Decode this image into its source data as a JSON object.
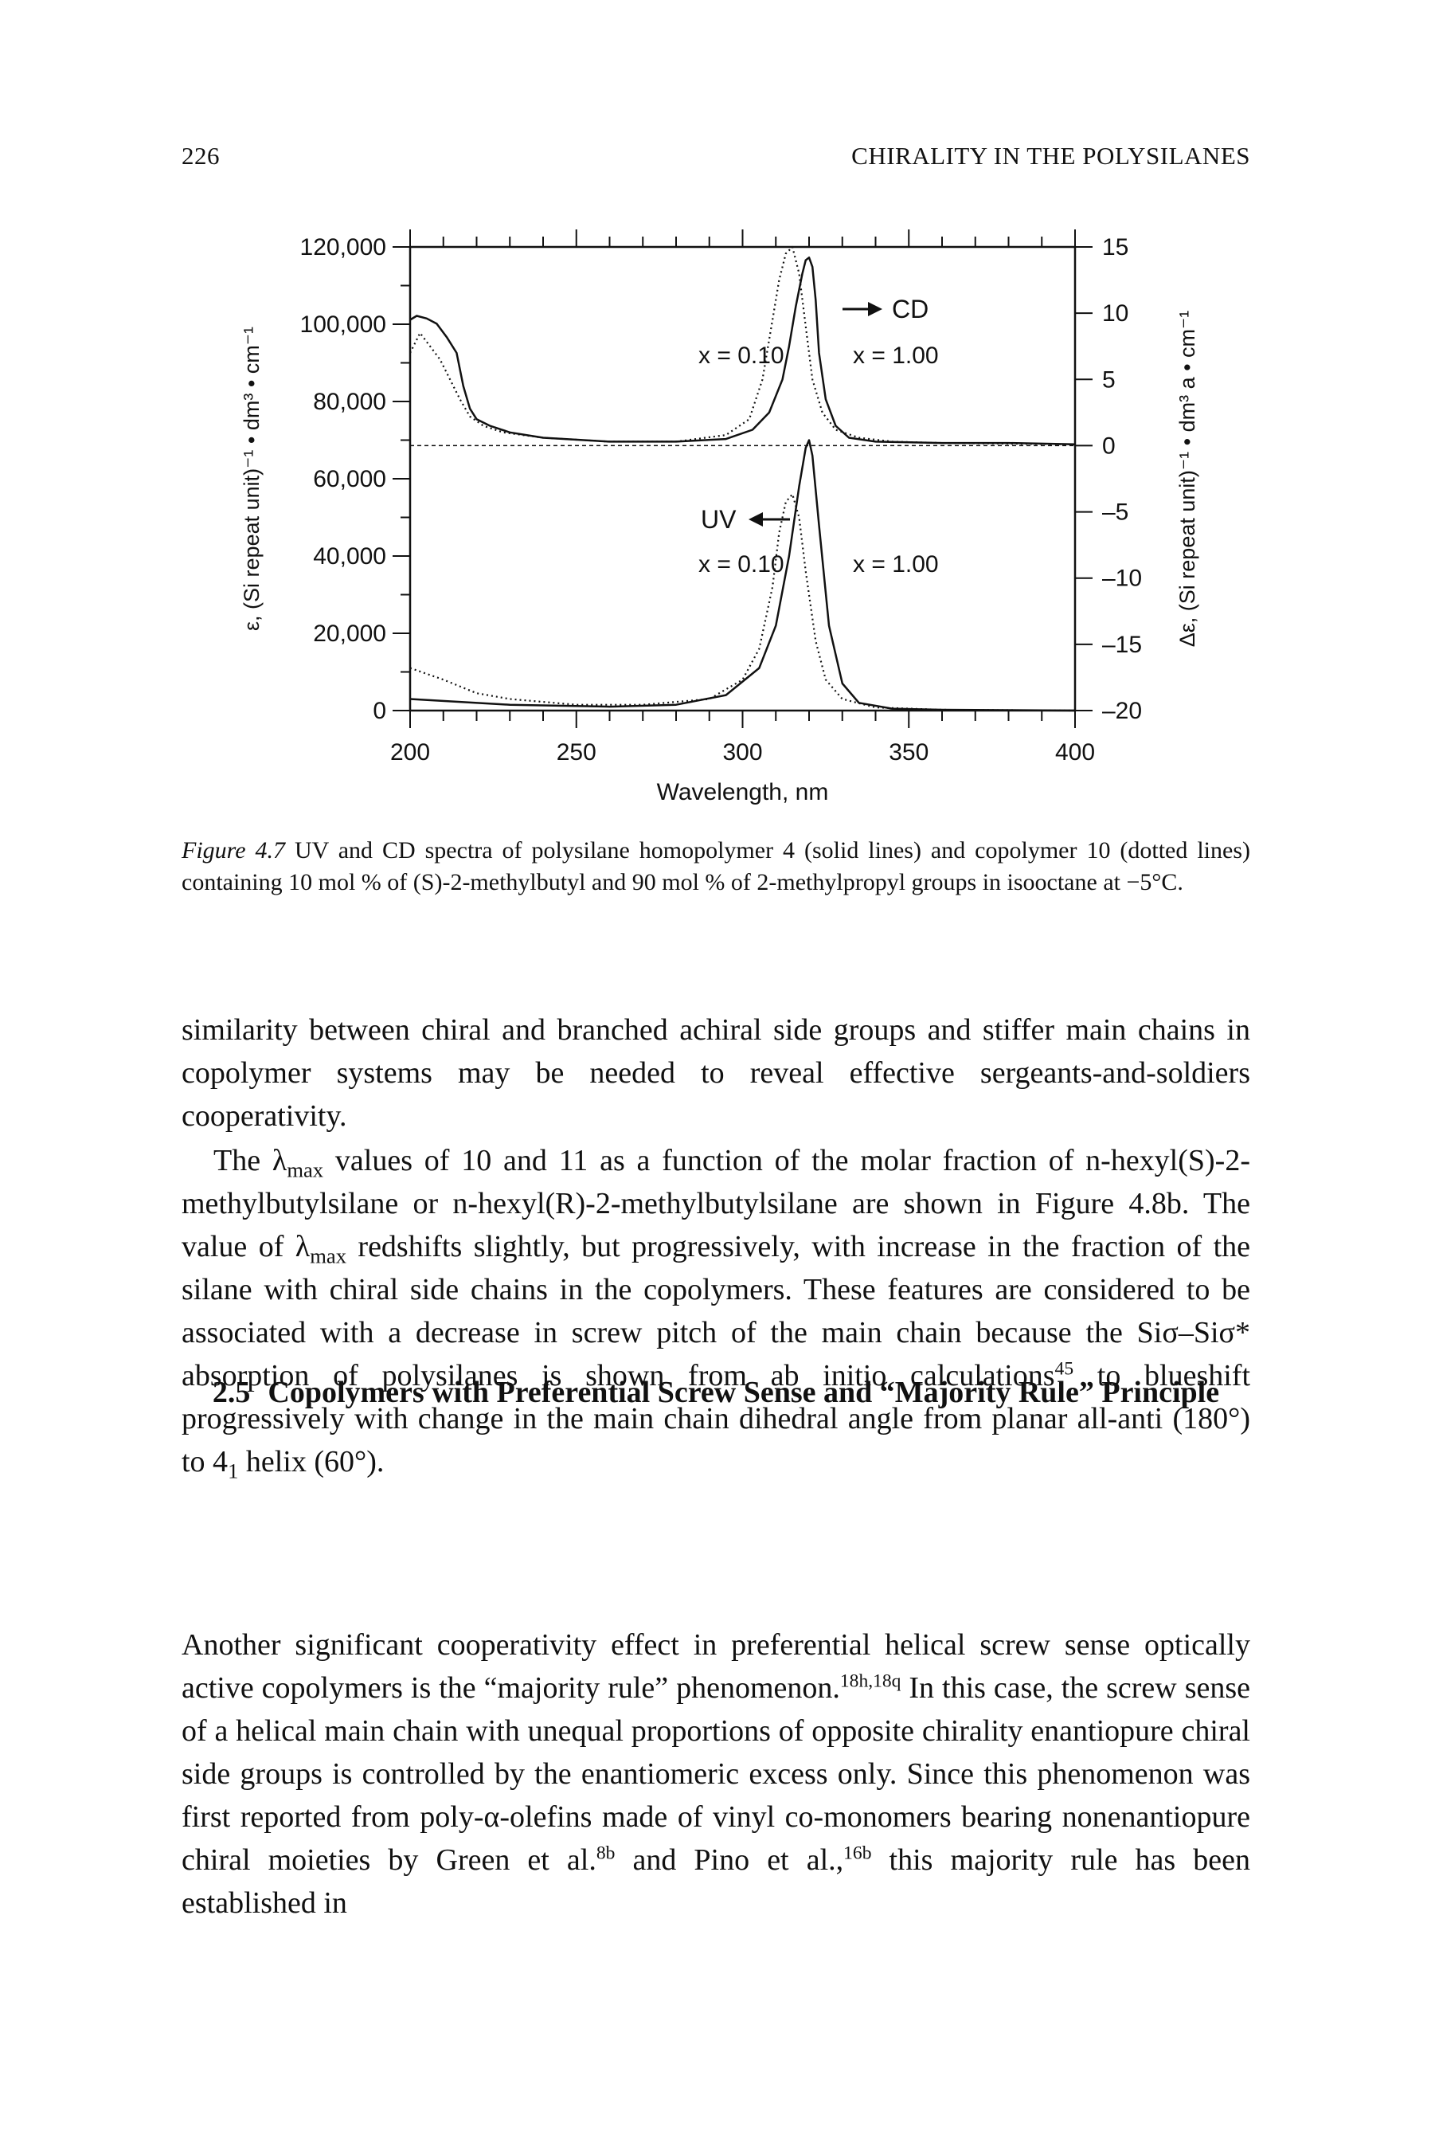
{
  "header": {
    "page_number": "226",
    "running_title": "CHIRALITY IN THE POLYSILANES"
  },
  "chart_data": {
    "type": "line",
    "xlabel": "Wavelength, nm",
    "ylabel_left": "ε, (Si repeat unit)⁻¹ • dm³ • cm⁻¹",
    "ylabel_right": "Δε, (Si repeat unit)⁻¹ • dm³ a • cm⁻¹",
    "xlim": [
      200,
      400
    ],
    "ylim_left": [
      0,
      120000
    ],
    "ylim_right": [
      -20,
      15
    ],
    "x_ticks": [
      "200",
      "250",
      "300",
      "350",
      "400"
    ],
    "y_left_ticks": [
      "0",
      "20,000",
      "40,000",
      "60,000",
      "80,000",
      "100,000",
      "120,000"
    ],
    "y_right_ticks": [
      "15",
      "10",
      "5",
      "0",
      "–5",
      "–10",
      "–15",
      "–20"
    ],
    "annotations": {
      "cd_arrow": "CD",
      "uv_arrow": "UV",
      "cd_x010": "x = 0.10",
      "cd_x100": "x = 1.00",
      "uv_x010": "x = 0.10",
      "uv_x100": "x = 1.00"
    },
    "series": [
      {
        "kind": "UV",
        "style": "solid",
        "axis": "left",
        "x": [
          200,
          230,
          260,
          280,
          295,
          305,
          310,
          314,
          317,
          319,
          320,
          321,
          323,
          326,
          330,
          335,
          345,
          360,
          380,
          400
        ],
        "y": [
          3000,
          1500,
          1000,
          1500,
          4000,
          11000,
          22000,
          40000,
          58000,
          68000,
          70000,
          66000,
          48000,
          22000,
          7000,
          2000,
          500,
          200,
          100,
          0
        ]
      },
      {
        "kind": "UV",
        "style": "dotted",
        "axis": "left",
        "x": [
          200,
          210,
          220,
          230,
          250,
          270,
          290,
          300,
          305,
          309,
          311,
          313,
          315,
          317,
          319,
          322,
          325,
          330,
          340,
          360,
          400
        ],
        "y": [
          11000,
          8000,
          4500,
          3000,
          1500,
          1500,
          3000,
          8000,
          16000,
          32000,
          46000,
          54000,
          56000,
          50000,
          36000,
          18000,
          8000,
          3000,
          800,
          200,
          0
        ]
      },
      {
        "kind": "CD",
        "style": "solid",
        "axis": "right",
        "x": [
          200,
          202,
          205,
          208,
          211,
          214,
          216,
          218,
          220,
          224,
          230,
          240,
          260,
          280,
          295,
          303,
          308,
          312,
          314,
          316,
          318,
          319,
          320,
          321,
          322,
          323,
          325,
          328,
          332,
          340,
          360,
          380,
          400
        ],
        "y": [
          9.5,
          9.8,
          9.6,
          9.2,
          8.2,
          7.0,
          4.5,
          2.8,
          2.0,
          1.5,
          1.0,
          0.6,
          0.3,
          0.3,
          0.5,
          1.2,
          2.5,
          5.0,
          7.5,
          10.5,
          13.0,
          14.0,
          14.2,
          13.5,
          11.0,
          7.0,
          3.5,
          1.5,
          0.6,
          0.3,
          0.2,
          0.2,
          0.1
        ]
      },
      {
        "kind": "CD",
        "style": "dotted",
        "axis": "right",
        "x": [
          200,
          203,
          206,
          209,
          212,
          215,
          218,
          222,
          228,
          240,
          260,
          280,
          295,
          302,
          306,
          309,
          311,
          313,
          315,
          317,
          319,
          321,
          324,
          328,
          335,
          345,
          360,
          400
        ],
        "y": [
          7.0,
          8.5,
          7.5,
          6.5,
          5.0,
          3.5,
          2.2,
          1.5,
          1.0,
          0.6,
          0.3,
          0.3,
          0.8,
          2.0,
          5.0,
          9.5,
          12.5,
          14.5,
          15.0,
          13.0,
          9.0,
          5.0,
          2.5,
          1.2,
          0.6,
          0.3,
          0.2,
          0.1
        ]
      }
    ]
  },
  "caption": {
    "label": "Figure 4.7",
    "text": "UV and CD spectra of polysilane homopolymer 4 (solid lines) and copolymer 10 (dotted lines) containing 10 mol % of (S)-2-methylbutyl and 90 mol % of 2-methylpropyl groups in isooctane at −5°C."
  },
  "paragraphs": {
    "p1": "similarity between chiral and branched achiral side groups and stiffer main chains in copolymer systems may be needed to reveal effective sergeants-and-soldiers cooperativity.",
    "p2a": "The λ",
    "p2b": "max",
    "p2c": " values of 10 and 11 as a function of the molar fraction of n-hexyl(S)-2-methylbutylsilane or n-hexyl(R)-2-methylbutylsilane are shown in Figure 4.8b. The value of λ",
    "p2d": "max",
    "p2e": " redshifts slightly, but progressively, with increase in the fraction of the silane with chiral side chains in the copolymers. These features are considered to be associated with a decrease in screw pitch of the main chain because the Siσ–Siσ* absorption of polysilanes is shown from ab initio calculations",
    "p2f": "45",
    "p2g": " to blueshift progressively with change in the main chain dihedral angle from planar all-anti (180°) to 4",
    "p2h": "1",
    "p2i": " helix (60°).",
    "heading_number": "2.5",
    "heading_text": "Copolymers with Preferential Screw Sense and “Majority Rule” Principle",
    "p3a": "Another significant cooperativity effect in preferential helical screw sense optically active copolymers is the “majority rule” phenomenon.",
    "p3b": "18h,18q",
    "p3c": " In this case, the screw sense of a helical main chain with unequal proportions of opposite chirality enantiopure chiral side groups is controlled by the enantiomeric excess only. Since this phenomenon was first reported from poly-α-olefins made of vinyl co-monomers bearing nonenantiopure chiral moieties by Green et al.",
    "p3d": "8b",
    "p3e": " and Pino et al.,",
    "p3f": "16b",
    "p3g": " this majority rule has been established in"
  }
}
